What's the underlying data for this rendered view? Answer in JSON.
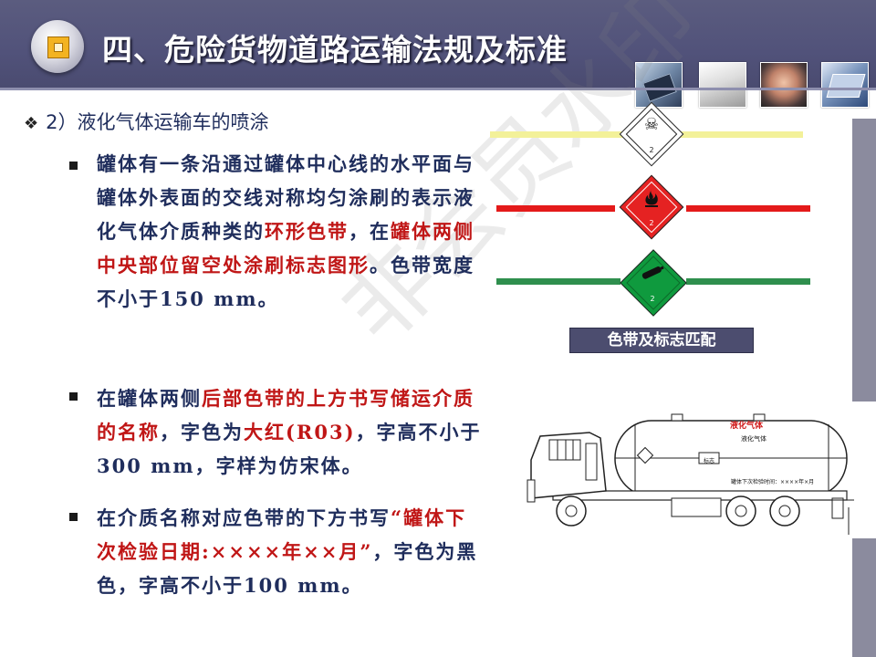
{
  "header": {
    "title": "四、危险货物道路运输法规及标准",
    "logo_icon": "square-badge-icon",
    "thumbnails": [
      "tablet-photo",
      "paper-photo",
      "person-photo",
      "book-photo"
    ]
  },
  "colors": {
    "header_bg": "#51527a",
    "text_primary": "#1f2d5c",
    "text_highlight": "#c01616",
    "band_yellow": "#f3f199",
    "band_red": "#e41a1a",
    "band_green": "#2f8f4e"
  },
  "section": {
    "bullet": "❖",
    "heading": "2）液化气体运输车的喷涂"
  },
  "paragraphs": [
    {
      "segments": [
        {
          "text": "罐体有一条沿通过罐体中心线的水平面与罐体外表面的交线对称均匀涂刷的表示液化气体介质种类的",
          "red": false
        },
        {
          "text": "环形色带",
          "red": true
        },
        {
          "text": "，在",
          "red": false
        },
        {
          "text": "罐体两侧中央部位留空处涂刷标志图形",
          "red": true
        },
        {
          "text": "。色带宽度不小于150 mm。",
          "red": false
        }
      ]
    },
    {
      "segments": [
        {
          "text": "在罐体两侧",
          "red": false
        },
        {
          "text": "后部色带的上方书写储运介质的名称",
          "red": true
        },
        {
          "text": "，字色为",
          "red": false
        },
        {
          "text": "大红(R03)",
          "red": true
        },
        {
          "text": "，字高不小于300 mm，字样为仿宋体。",
          "red": false
        }
      ]
    },
    {
      "segments": [
        {
          "text": "在介质名称对应色带的下方书写",
          "red": false
        },
        {
          "text": "“罐体下次检验日期:××××年××月”",
          "red": true
        },
        {
          "text": "，字色为黑色，字高不小于100 mm。",
          "red": false
        }
      ]
    }
  ],
  "figure": {
    "caption": "色带及标志匹配",
    "signs": [
      {
        "icon": "toxic-gas-icon",
        "class_number": "2",
        "color": "#ffffff"
      },
      {
        "icon": "flammable-gas-icon",
        "class_number": "2",
        "color": "#e52222"
      },
      {
        "icon": "gas-cylinder-icon",
        "class_number": "2",
        "color": "#0f9a3e"
      }
    ]
  },
  "truck": {
    "label_red": "液化气体",
    "label_black": "液化气体",
    "sign_text": "标志",
    "date_text": "罐体下次检验时间：××××年×月"
  },
  "watermark": "非会员水印"
}
